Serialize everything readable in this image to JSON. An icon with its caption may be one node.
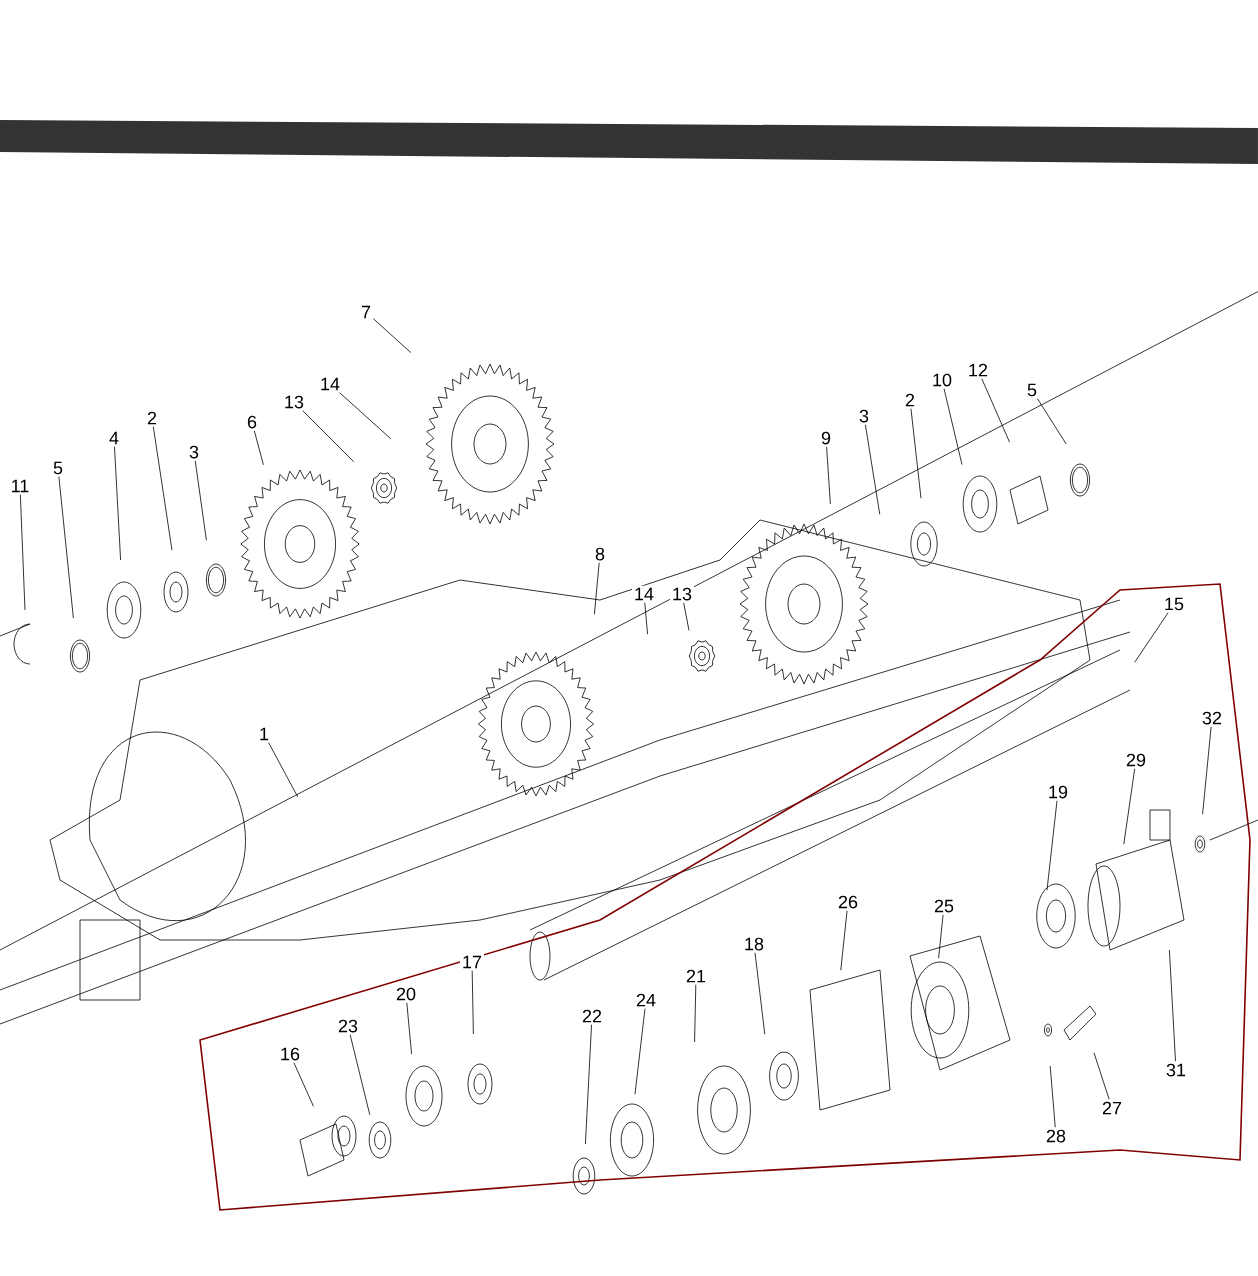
{
  "diagram": {
    "nodes": [
      {
        "text": [
          "7"
        ]
      },
      {
        "text": [
          "14"
        ]
      },
      {
        "text": [
          "13"
        ]
      },
      {
        "text": [
          "6"
        ]
      },
      {
        "text": [
          "5"
        ]
      },
      {
        "text": [
          "12"
        ]
      },
      {
        "text": [
          "10"
        ]
      },
      {
        "text": [
          "2"
        ]
      },
      {
        "text": [
          "3"
        ]
      },
      {
        "text": [
          "9"
        ]
      },
      {
        "text": [
          "3"
        ]
      },
      {
        "text": [
          "2"
        ]
      },
      {
        "text": [
          "4"
        ]
      },
      {
        "text": [
          "5"
        ]
      },
      {
        "text": [
          "11"
        ]
      },
      {
        "text": [
          "15"
        ]
      },
      {
        "text": [
          "8"
        ]
      },
      {
        "text": [
          "14"
        ]
      },
      {
        "text": [
          "13"
        ]
      },
      {
        "text": [
          "1"
        ]
      },
      {
        "text": [
          "32"
        ]
      },
      {
        "text": [
          "29"
        ]
      },
      {
        "text": [
          "19"
        ]
      },
      {
        "text": [
          "26"
        ]
      },
      {
        "text": [
          "25"
        ]
      },
      {
        "text": [
          "18"
        ]
      },
      {
        "text": [
          "17"
        ]
      },
      {
        "text": [
          "20"
        ]
      },
      {
        "text": [
          "21"
        ]
      },
      {
        "text": [
          "24"
        ]
      },
      {
        "text": [
          "22"
        ]
      },
      {
        "text": [
          "23"
        ]
      },
      {
        "text": [
          "16"
        ]
      },
      {
        "text": [
          "27"
        ]
      },
      {
        "text": [
          "31"
        ]
      },
      {
        "text": [
          "28"
        ]
      }
    ],
    "edges": [
      {
        "from": 0,
        "to": null,
        "arrow": "none"
      },
      {
        "from": 1,
        "to": null,
        "arrow": "none"
      },
      {
        "from": 2,
        "to": null,
        "arrow": "none"
      },
      {
        "from": 3,
        "to": null,
        "arrow": "none"
      },
      {
        "from": 4,
        "to": null,
        "arrow": "none"
      },
      {
        "from": 5,
        "to": null,
        "arrow": "none"
      },
      {
        "from": 6,
        "to": null,
        "arrow": "none"
      },
      {
        "from": 7,
        "to": null,
        "arrow": "none"
      },
      {
        "from": 8,
        "to": null,
        "arrow": "none"
      },
      {
        "from": 9,
        "to": null,
        "arrow": "none"
      },
      {
        "from": 10,
        "to": null,
        "arrow": "none"
      },
      {
        "from": 11,
        "to": null,
        "arrow": "none"
      },
      {
        "from": 12,
        "to": null,
        "arrow": "none"
      },
      {
        "from": 13,
        "to": null,
        "arrow": "none"
      },
      {
        "from": 14,
        "to": null,
        "arrow": "none"
      },
      {
        "from": 15,
        "to": null,
        "arrow": "none"
      },
      {
        "from": 16,
        "to": null,
        "arrow": "none"
      },
      {
        "from": 17,
        "to": null,
        "arrow": "none"
      },
      {
        "from": 18,
        "to": null,
        "arrow": "none"
      },
      {
        "from": 19,
        "to": null,
        "arrow": "none"
      },
      {
        "from": 20,
        "to": null,
        "arrow": "none"
      },
      {
        "from": 21,
        "to": null,
        "arrow": "none"
      },
      {
        "from": 22,
        "to": null,
        "arrow": "none"
      },
      {
        "from": 23,
        "to": null,
        "arrow": "none"
      },
      {
        "from": 24,
        "to": null,
        "arrow": "none"
      },
      {
        "from": 25,
        "to": null,
        "arrow": "none"
      },
      {
        "from": 26,
        "to": null,
        "arrow": "none"
      },
      {
        "from": 27,
        "to": null,
        "arrow": "none"
      },
      {
        "from": 28,
        "to": null,
        "arrow": "none"
      },
      {
        "from": 29,
        "to": null,
        "arrow": "none"
      },
      {
        "from": 30,
        "to": null,
        "arrow": "none"
      },
      {
        "from": 31,
        "to": null,
        "arrow": "none"
      },
      {
        "from": 32,
        "to": null,
        "arrow": "none"
      },
      {
        "from": 33,
        "to": null,
        "arrow": "none"
      },
      {
        "from": 34,
        "to": null,
        "arrow": "none"
      },
      {
        "from": 35,
        "to": null,
        "arrow": "none"
      }
    ]
  }
}
